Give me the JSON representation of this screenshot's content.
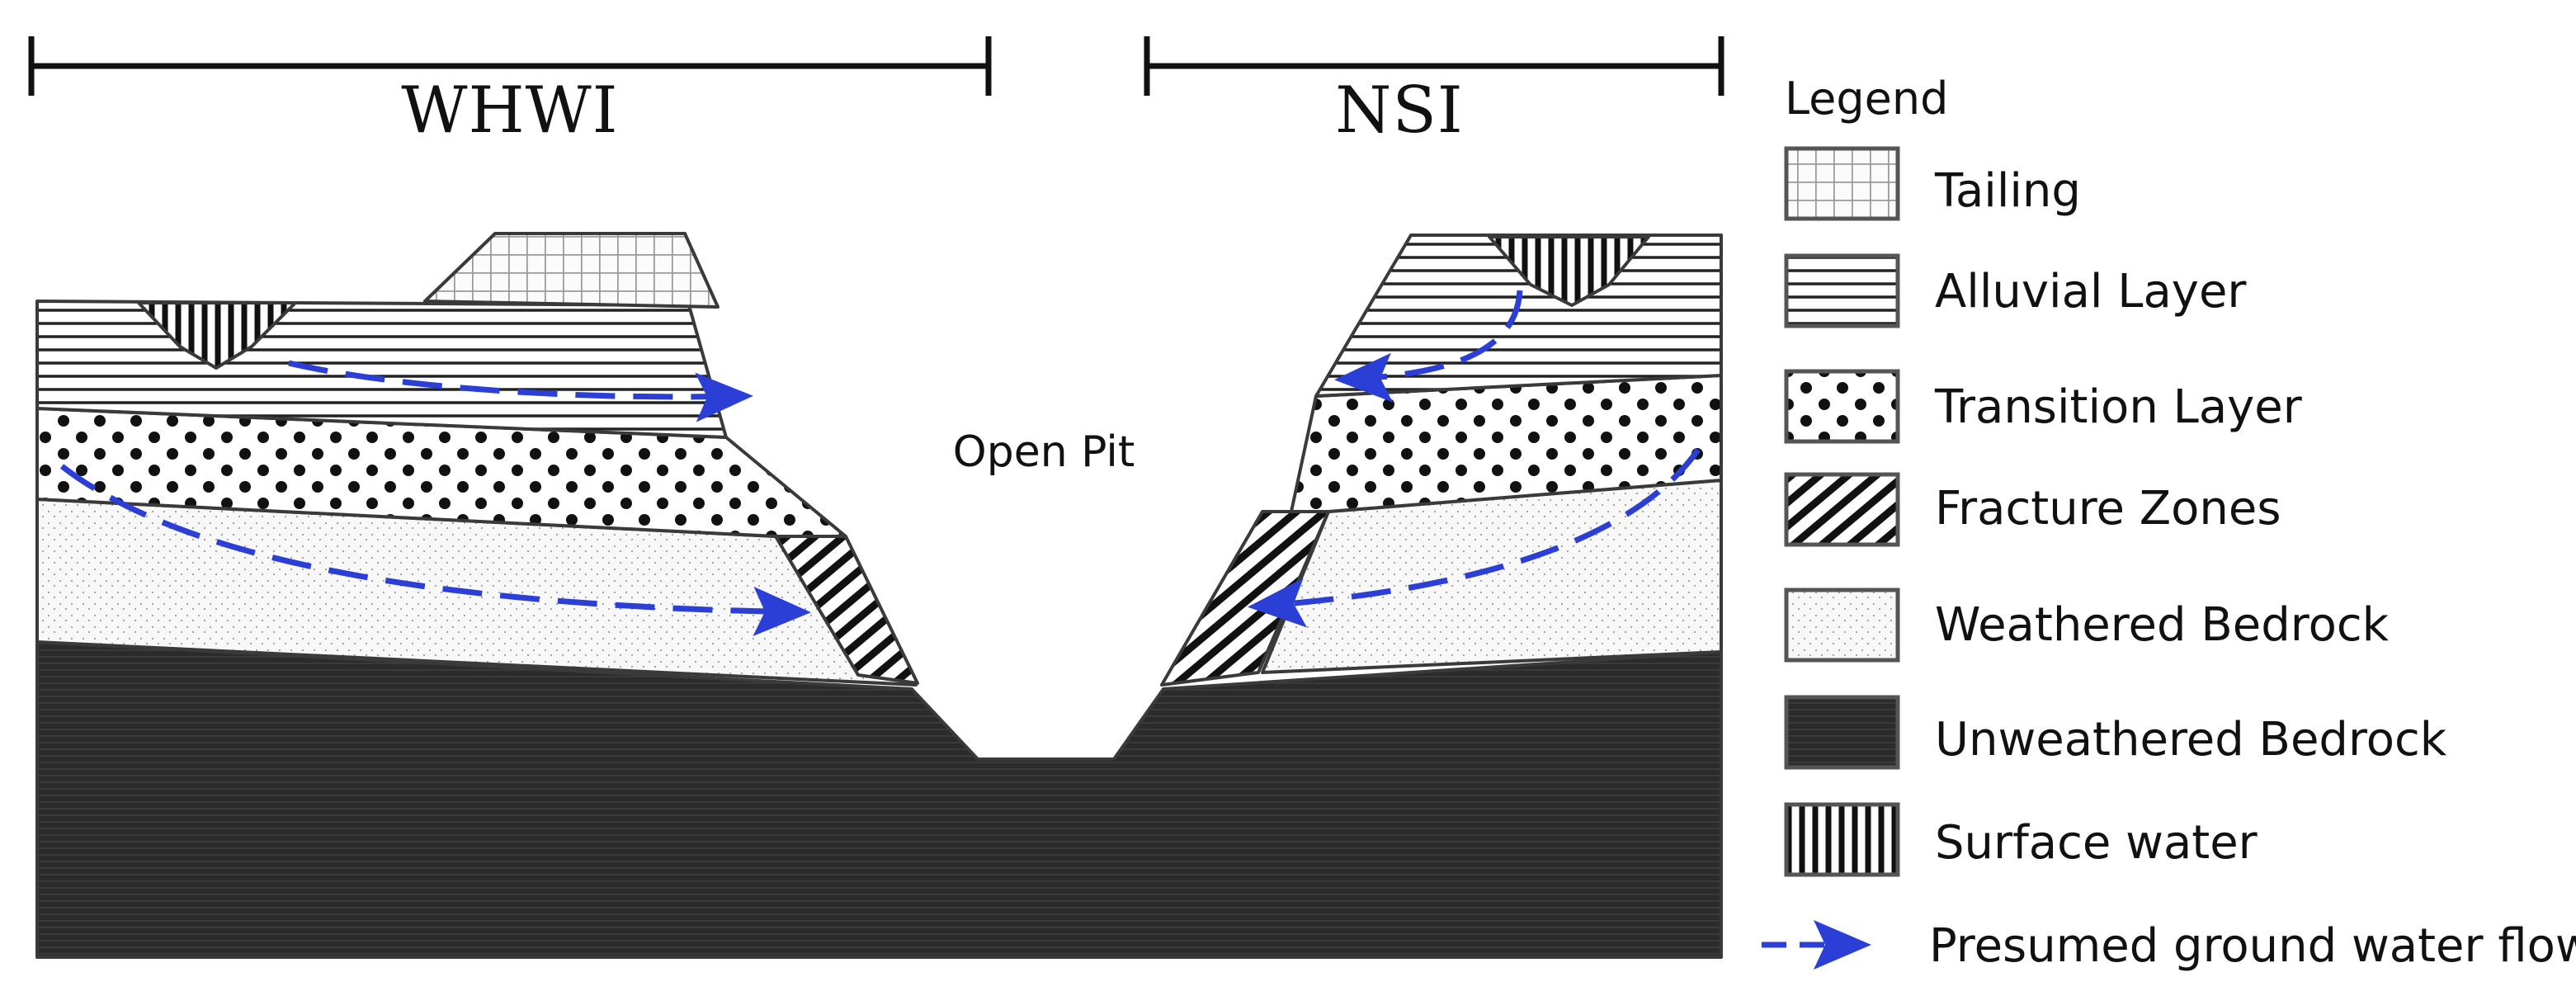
{
  "sections": {
    "west": "WHWI",
    "east": "NSI",
    "pit": "Open Pit"
  },
  "legend": {
    "title": "Legend",
    "items": [
      {
        "label": "Tailing",
        "pattern": "grid"
      },
      {
        "label": "Alluvial Layer",
        "pattern": "horizontal-lines"
      },
      {
        "label": "Transition Layer",
        "pattern": "large-dots"
      },
      {
        "label": "Fracture Zones",
        "pattern": "diagonal-hatch"
      },
      {
        "label": "Weathered Bedrock",
        "pattern": "fine-stipple"
      },
      {
        "label": "Unweathered Bedrock",
        "pattern": "dark-fill"
      },
      {
        "label": "Surface water",
        "pattern": "vertical-lines"
      },
      {
        "label": "Presumed ground water flow",
        "pattern": "dashed-arrow"
      }
    ]
  },
  "colors": {
    "flow_arrow": "#2b3fd6",
    "unweathered_bedrock": "#2b2b2b",
    "outline": "#3a3a3a"
  }
}
